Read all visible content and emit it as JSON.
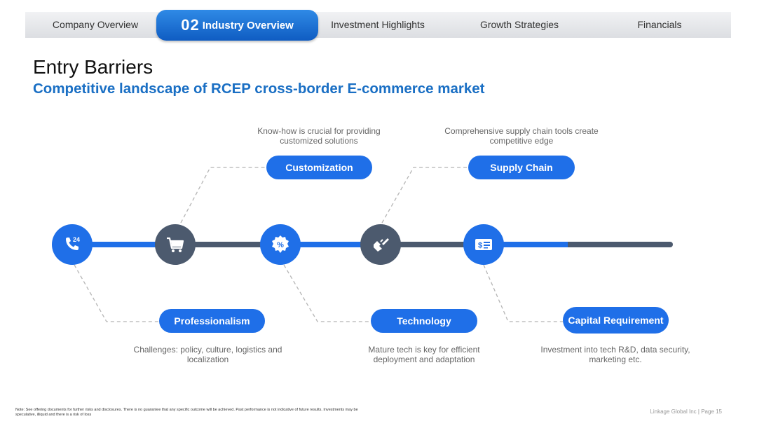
{
  "nav": {
    "items": [
      {
        "label": "Company Overview"
      },
      {
        "label": "Industry Overview",
        "number": "02",
        "active": true
      },
      {
        "label": "Investment Highlights"
      },
      {
        "label": "Growth Strategies"
      },
      {
        "label": "Financials"
      }
    ]
  },
  "title": "Entry Barriers",
  "subtitle": "Competitive landscape of RCEP cross-border E-commerce market",
  "timeline": {
    "nodes": [
      {
        "icon": "phone-24-icon",
        "style": "blue",
        "badge": "24"
      },
      {
        "icon": "shopping-cart-icon",
        "style": "gray"
      },
      {
        "icon": "percent-badge-icon",
        "style": "blue"
      },
      {
        "icon": "hand-pen-icon",
        "style": "gray"
      },
      {
        "icon": "dollar-card-icon",
        "style": "blue"
      }
    ],
    "top_items": [
      {
        "label": "Customization",
        "desc": "Know-how is crucial for providing customized solutions"
      },
      {
        "label": "Supply Chain",
        "desc": "Comprehensive supply chain tools create competitive edge"
      }
    ],
    "bottom_items": [
      {
        "label": "Professionalism",
        "desc": "Challenges: policy, culture, logistics and localization"
      },
      {
        "label": "Technology",
        "desc": "Mature tech is key for efficient deployment and adaptation"
      },
      {
        "label": "Capital Requirement",
        "desc": "Investment into tech R&D, data security, marketing etc."
      }
    ]
  },
  "colors": {
    "accent_blue": "#1f6fe8",
    "dark_gray": "#4c5a6e",
    "subtitle_blue": "#1a6fc4"
  },
  "footer": {
    "note": "Note: See offering documents for further risks and disclosures. There is no guarantee that any specific outcome will be achieved. Past performance is not indicative of future results. Investments may be speculative, illiquid and there is a risk of loss",
    "page": "Linkage Global Inc | Page 15"
  }
}
